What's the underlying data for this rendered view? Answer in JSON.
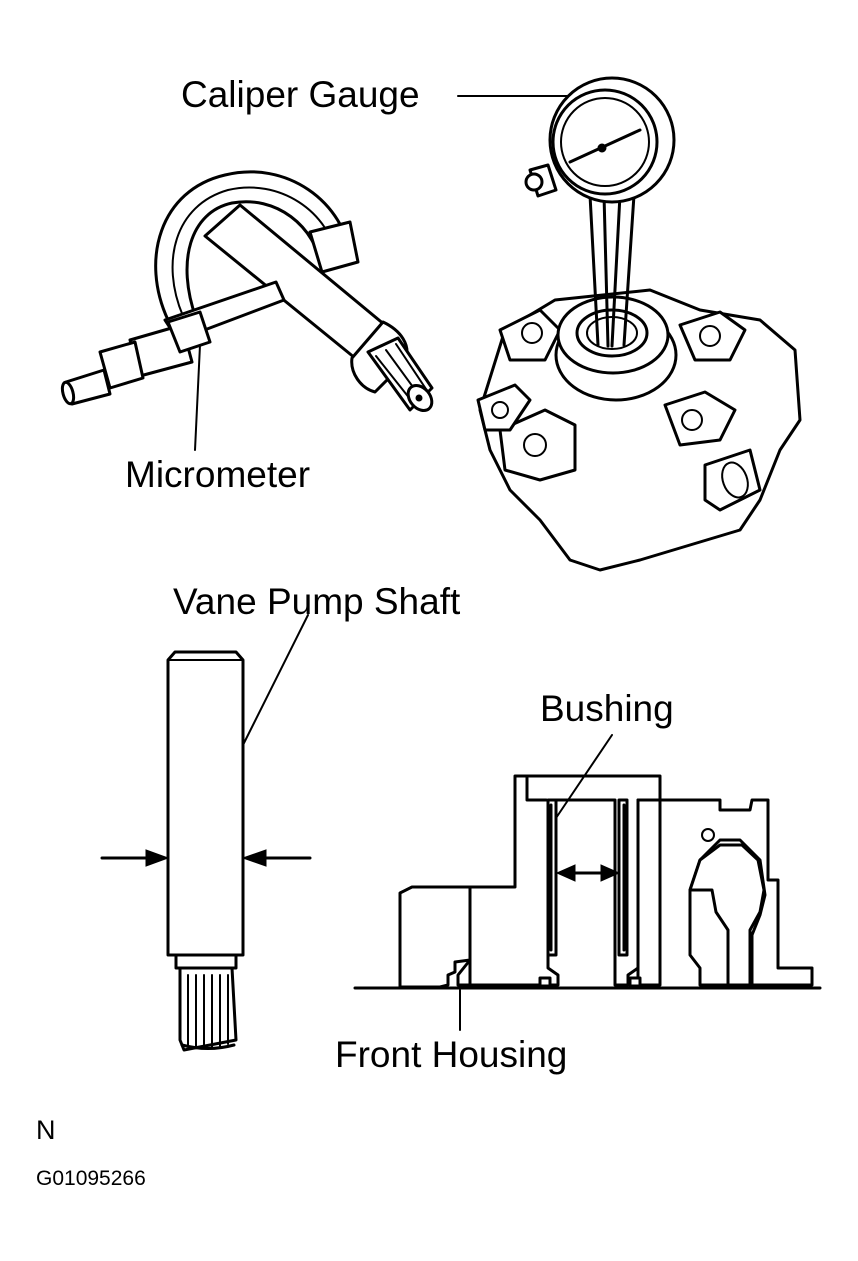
{
  "labels": {
    "caliper_gauge": "Caliper Gauge",
    "micrometer": "Micrometer",
    "vane_pump_shaft": "Vane Pump Shaft",
    "bushing": "Bushing",
    "front_housing": "Front Housing",
    "n": "N",
    "figure_id": "G01095266"
  }
}
